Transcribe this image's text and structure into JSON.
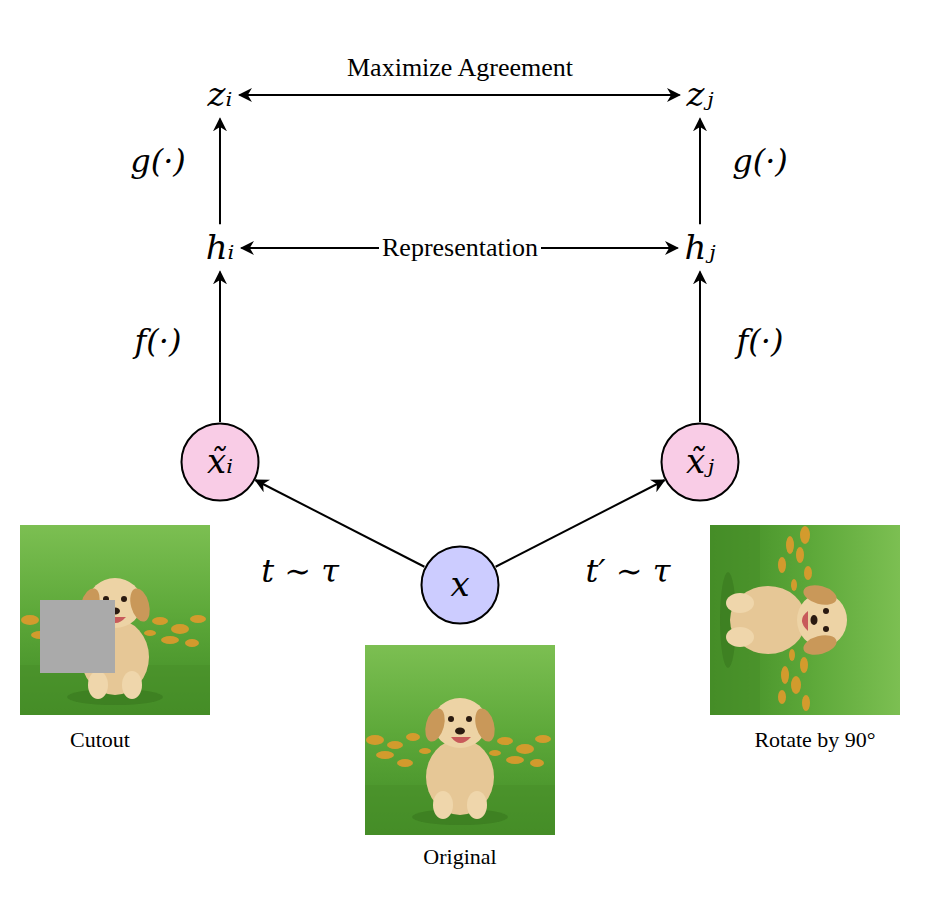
{
  "diagram": {
    "nodes": [
      {
        "text": [
          "zᵢ"
        ]
      },
      {
        "text": [
          "zⱼ"
        ]
      },
      {
        "text": [
          "hᵢ"
        ]
      },
      {
        "text": [
          "hⱼ"
        ]
      },
      {
        "text": [
          "x̃ᵢ"
        ]
      },
      {
        "text": [
          "x̃ⱼ"
        ]
      },
      {
        "text": [
          "x"
        ]
      }
    ],
    "edges": [
      {
        "from": 2,
        "to": 0,
        "label": "g(·)",
        "arrow": "to"
      },
      {
        "from": 3,
        "to": 1,
        "label": "g(·)",
        "arrow": "to"
      },
      {
        "from": 4,
        "to": 2,
        "label": "f(·)",
        "arrow": "to"
      },
      {
        "from": 5,
        "to": 3,
        "label": "f(·)",
        "arrow": "to"
      },
      {
        "from": 6,
        "to": 4,
        "label": "t ∼ τ",
        "arrow": "to"
      },
      {
        "from": 6,
        "to": 5,
        "label": "t′ ∼ τ",
        "arrow": "to"
      },
      {
        "from": 0,
        "to": 1,
        "label": "Maximize Agreement",
        "arrow": "both"
      },
      {
        "from": 2,
        "to": 3,
        "label": "Representation",
        "arrow": "both"
      }
    ],
    "labels": [
      "Cutout",
      "Original",
      "Rotate by 90°"
    ]
  }
}
